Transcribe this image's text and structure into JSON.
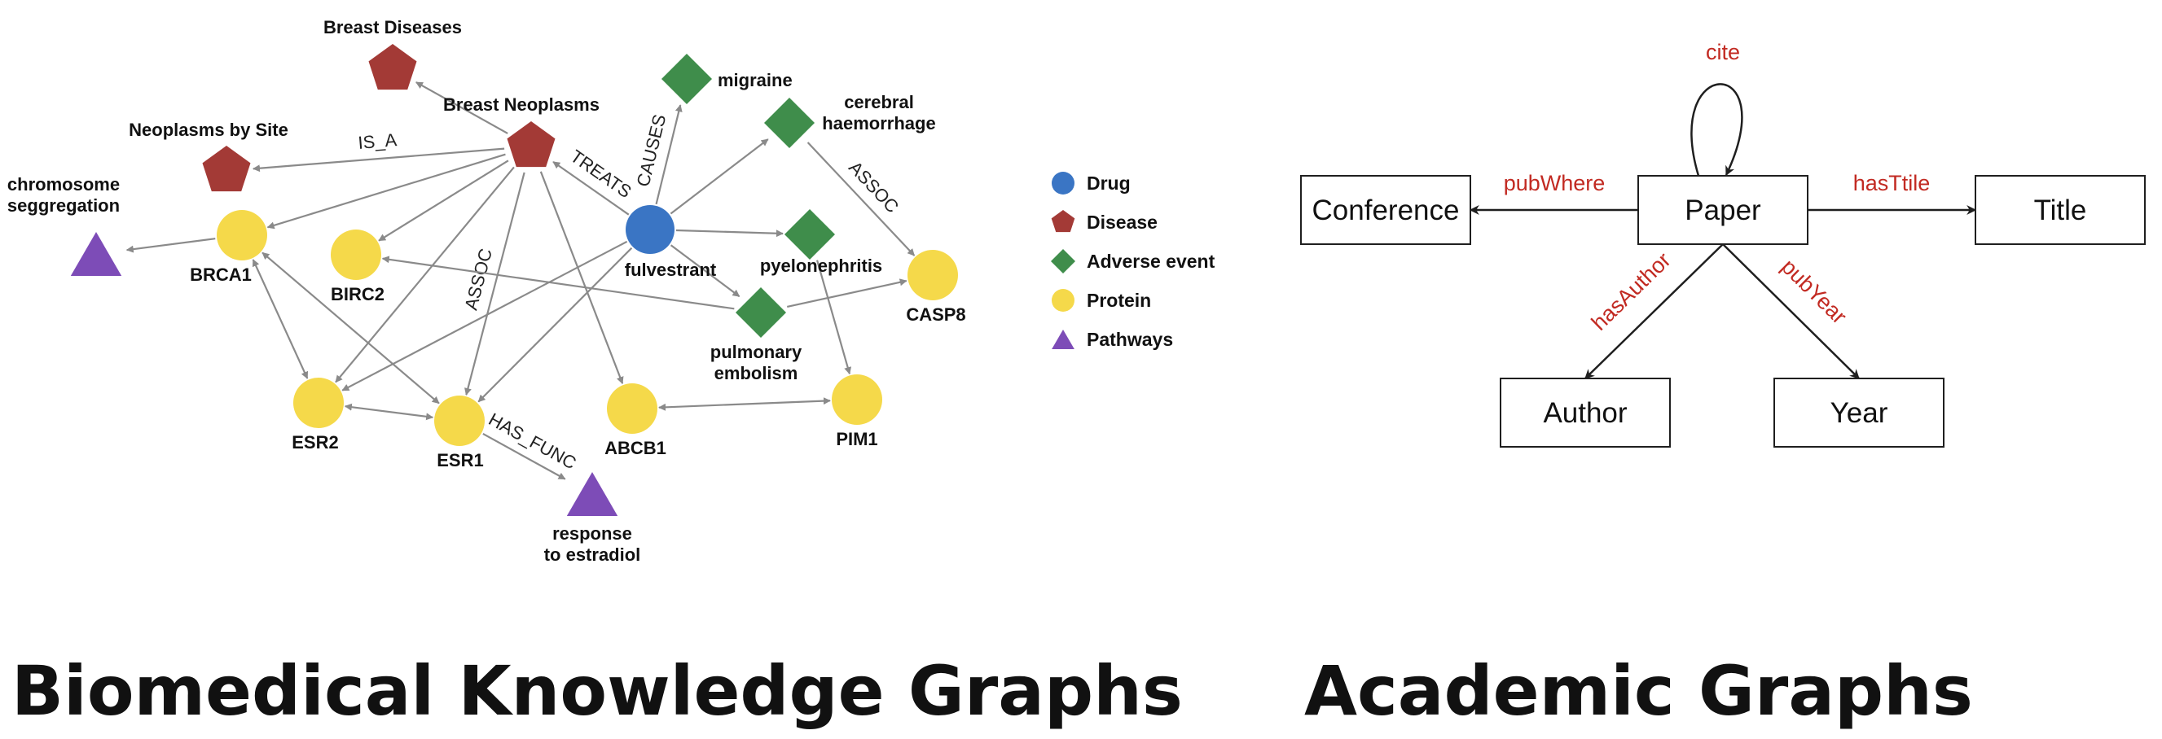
{
  "colors": {
    "drug": "#3a75c4",
    "disease": "#a33a36",
    "adverse_event": "#3f8d4b",
    "protein": "#f5d94a",
    "pathway": "#7d4cb7",
    "edge": "#8a8a8a",
    "academic_relation": "#c22a22",
    "academic_edge": "#1f1f1f"
  },
  "sections": {
    "biomedical_title": "Biomedical Knowledge Graphs",
    "academic_title": "Academic Graphs"
  },
  "legend": {
    "items": [
      {
        "shape": "circle",
        "color_key": "drug",
        "label": "Drug"
      },
      {
        "shape": "pentagon",
        "color_key": "disease",
        "label": "Disease"
      },
      {
        "shape": "diamond",
        "color_key": "adverse_event",
        "label": "Adverse event"
      },
      {
        "shape": "circle",
        "color_key": "protein",
        "label": "Protein"
      },
      {
        "shape": "triangle",
        "color_key": "pathway",
        "label": "Pathways"
      }
    ]
  },
  "biomedical_graph": {
    "nodes": [
      {
        "id": "breast_diseases",
        "type": "disease",
        "label": "Breast Diseases"
      },
      {
        "id": "breast_neoplasms",
        "type": "disease",
        "label": "Breast Neoplasms"
      },
      {
        "id": "neoplasms_by_site",
        "type": "disease",
        "label": "Neoplasms by Site"
      },
      {
        "id": "chromosome_seg",
        "type": "pathway",
        "label": "chromosome seggregation"
      },
      {
        "id": "response_estradiol",
        "type": "pathway",
        "label": "response to estradiol"
      },
      {
        "id": "migraine",
        "type": "adverse_event",
        "label": "migraine"
      },
      {
        "id": "cerebral_haem",
        "type": "adverse_event",
        "label": "cerebral haemorrhage"
      },
      {
        "id": "pyelonephritis",
        "type": "adverse_event",
        "label": "pyelonephritis"
      },
      {
        "id": "pulmonary_embolism",
        "type": "adverse_event",
        "label": "pulmonary embolism"
      },
      {
        "id": "fulvestrant",
        "type": "drug",
        "label": "fulvestrant"
      },
      {
        "id": "brca1",
        "type": "protein",
        "label": "BRCA1"
      },
      {
        "id": "birc2",
        "type": "protein",
        "label": "BIRC2"
      },
      {
        "id": "esr2",
        "type": "protein",
        "label": "ESR2"
      },
      {
        "id": "esr1",
        "type": "protein",
        "label": "ESR1"
      },
      {
        "id": "abcb1",
        "type": "protein",
        "label": "ABCB1"
      },
      {
        "id": "pim1",
        "type": "protein",
        "label": "PIM1"
      },
      {
        "id": "casp8",
        "type": "protein",
        "label": "CASP8"
      }
    ],
    "edges": [
      {
        "from": "breast_neoplasms",
        "to": "breast_diseases",
        "label": ""
      },
      {
        "from": "breast_neoplasms",
        "to": "neoplasms_by_site",
        "label": "IS_A"
      },
      {
        "from": "fulvestrant",
        "to": "breast_neoplasms",
        "label": "TREATS"
      },
      {
        "from": "fulvestrant",
        "to": "migraine",
        "label": "CAUSES"
      },
      {
        "from": "cerebral_haem",
        "to": "casp8",
        "label": "ASSOC"
      },
      {
        "from": "breast_neoplasms",
        "to": "esr1",
        "label": "ASSOC"
      },
      {
        "from": "esr1",
        "to": "response_estradiol",
        "label": "HAS_FUNC"
      },
      {
        "from": "brca1",
        "to": "chromosome_seg",
        "label": ""
      },
      {
        "from": "fulvestrant",
        "to": "cerebral_haem",
        "label": ""
      },
      {
        "from": "fulvestrant",
        "to": "pyelonephritis",
        "label": ""
      },
      {
        "from": "fulvestrant",
        "to": "pulmonary_embolism",
        "label": ""
      },
      {
        "from": "fulvestrant",
        "to": "esr2",
        "label": ""
      },
      {
        "from": "fulvestrant",
        "to": "esr1",
        "label": ""
      },
      {
        "from": "breast_neoplasms",
        "to": "brca1",
        "label": ""
      },
      {
        "from": "breast_neoplasms",
        "to": "birc2",
        "label": ""
      },
      {
        "from": "breast_neoplasms",
        "to": "esr2",
        "label": ""
      },
      {
        "from": "breast_neoplasms",
        "to": "abcb1",
        "label": ""
      },
      {
        "from": "pulmonary_embolism",
        "to": "birc2",
        "label": ""
      },
      {
        "from": "pulmonary_embolism",
        "to": "casp8",
        "label": ""
      },
      {
        "from": "pyelonephritis",
        "to": "pim1",
        "label": ""
      },
      {
        "from": "brca1",
        "to": "esr2",
        "label": "",
        "bidirectional": true
      },
      {
        "from": "brca1",
        "to": "esr1",
        "label": "",
        "bidirectional": true
      },
      {
        "from": "esr2",
        "to": "esr1",
        "label": "",
        "bidirectional": true
      },
      {
        "from": "abcb1",
        "to": "pim1",
        "label": "",
        "bidirectional": true
      }
    ]
  },
  "academic_graph": {
    "nodes": [
      {
        "id": "paper",
        "label": "Paper"
      },
      {
        "id": "conference",
        "label": "Conference"
      },
      {
        "id": "title",
        "label": "Title"
      },
      {
        "id": "author",
        "label": "Author"
      },
      {
        "id": "year",
        "label": "Year"
      }
    ],
    "edges": [
      {
        "from": "paper",
        "to": "paper",
        "label": "cite"
      },
      {
        "from": "paper",
        "to": "conference",
        "label": "pubWhere"
      },
      {
        "from": "paper",
        "to": "title",
        "label": "hasTtile"
      },
      {
        "from": "paper",
        "to": "author",
        "label": "hasAuthor"
      },
      {
        "from": "paper",
        "to": "year",
        "label": "pubYear"
      }
    ]
  }
}
